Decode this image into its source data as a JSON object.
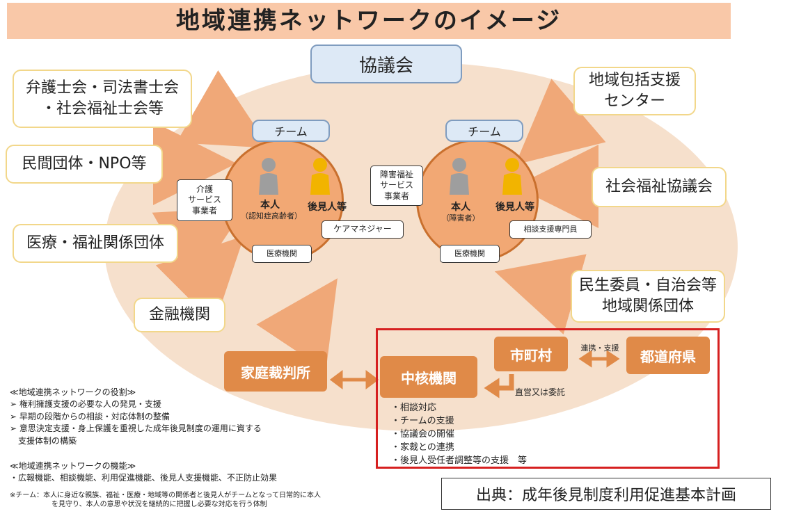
{
  "title": "地域連携ネットワークのイメージ",
  "council": "協議会",
  "left_boxes": {
    "lawyers_1": "弁護士会・司法書士会",
    "lawyers_2": "・社会福祉士会等",
    "npo": "民間団体・NPO等",
    "medical": "医療・福祉関係団体",
    "finance": "金融機関"
  },
  "right_boxes": {
    "center_1": "地域包括支援",
    "center_2": "センター",
    "social": "社会福祉協議会",
    "min_1": "民生委員・自治会等",
    "min_2": "地域関係団体"
  },
  "team_left": {
    "label": "チーム",
    "care_1": "介護",
    "care_2": "サービス",
    "care_3": "事業者",
    "person": "本人",
    "person_sub": "（認知症高齢者）",
    "guardian": "後見人等",
    "manager": "ケアマネジャー",
    "hospital": "医療機関"
  },
  "team_right": {
    "label": "チーム",
    "dis_1": "障害福祉",
    "dis_2": "サービス",
    "dis_3": "事業者",
    "person": "本人",
    "person_sub": "（障害者）",
    "guardian": "後見人等",
    "consult": "相談支援専門員",
    "hospital": "医療機関"
  },
  "court": "家庭裁判所",
  "core": "中核機関",
  "city": "市町村",
  "pref": "都道府県",
  "link_label": "連携・支援",
  "direct": "直営又は委託",
  "core_items": [
    "・相談対応",
    "・チームの支援",
    "・協議会の開催",
    "・家裁との連携",
    "・後見人受任者調整等の支援　等"
  ],
  "role_title": "≪地域連携ネットワークの役割≫",
  "roles": [
    "➢ 権利擁護支援の必要な人の発見・支援",
    "➢ 早期の段階からの相談・対応体制の整備",
    "➢ 意思決定支援・身上保護を重視した成年後見制度の運用に資する",
    "　支援体制の構築"
  ],
  "func_title": "≪地域連携ネットワークの機能≫",
  "funcs": "・広報機能、相談機能、利用促進機能、後見人支援機能、不正防止効果",
  "note_1": "※チーム：本人に身近な親族、福祉・医療・地域等の関係者と後見人がチームとなって日常的に本人",
  "note_2": "を見守り、本人の意思や状況を継続的に把握し必要な対応を行う体制",
  "citation": "出典：成年後見制度利用促進基本計画",
  "colors": {
    "arrow": "#f0a878",
    "orange": "#e08a48",
    "red": "#d62020"
  }
}
